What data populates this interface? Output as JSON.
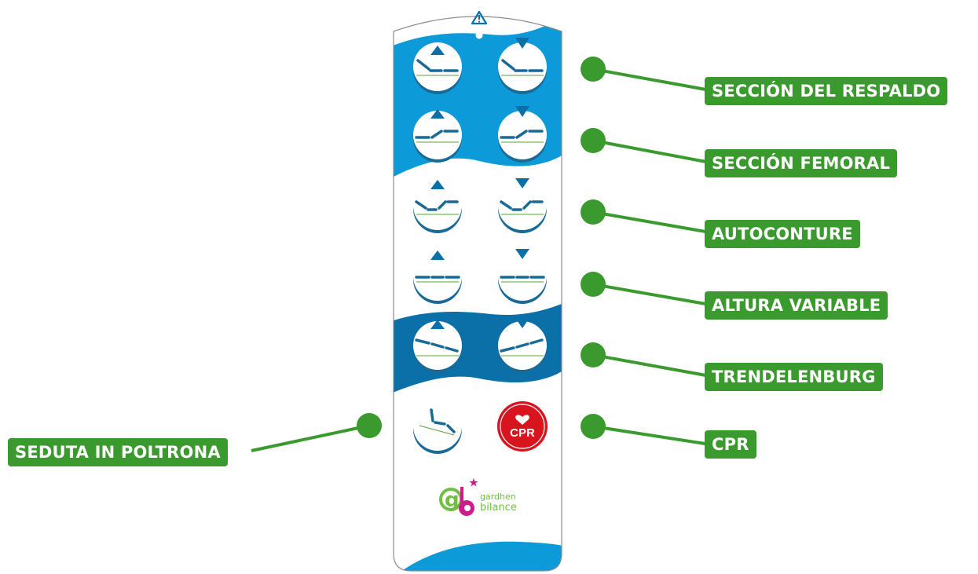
{
  "callouts": {
    "respaldo": "SECCIÓN DEL RESPALDO",
    "femoral": "SECCIÓN FEMORAL",
    "autoconture": "AUTOCONTURE",
    "altura": "ALTURA VARIABLE",
    "trendelenburg": "TRENDELENBURG",
    "cpr": "CPR",
    "seduta": "SEDUTA IN POLTRONA"
  },
  "remote": {
    "cpr_button_label": "CPR",
    "brand_line1": "gardhen",
    "brand_line2": "bilance",
    "logo_letters": "gb"
  },
  "colors": {
    "remote_light_blue": "#0d9ad8",
    "remote_dark_blue": "#0b6fa8",
    "callout_green": "#3a9a2e",
    "cpr_red": "#d8141e"
  }
}
